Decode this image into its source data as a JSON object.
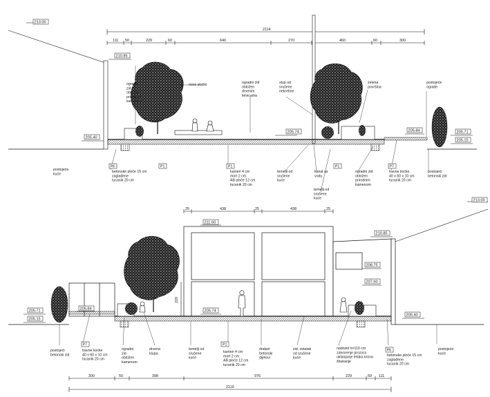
{
  "section_top": {
    "elevations": {
      "apex": "213.00",
      "left_wall_top": "210.85",
      "left_ground": "205.40",
      "center": "205.74",
      "right_step": "205.84",
      "right_a": "205.71",
      "right_b": "205.15"
    },
    "overall_dimension": "2114",
    "segment_dimensions": [
      "111",
      "50",
      "229",
      "60",
      "640",
      "270",
      "460",
      "60",
      "300"
    ],
    "labels": {
      "wall_cladding_stone": "ogradni\nzid\nobložen\nprirodnim\nkamenom",
      "new_tree": "novo stablo",
      "wall_wood_slats": "ogradni zid\nobložen\ndrvenim\nletvicama",
      "column_rebuilt": "stup od\nsrušene\nnekretine",
      "green_area": "zelena\npovršina",
      "existing_fence": "postojeće\nograde",
      "existing_house_left": "postojeće\nkuće",
      "paving_p6": "betonske ploče 15 cm\nzaglađene\ntucanik 20 cm",
      "paving_p1": "kamen 4 cm\nmort 2 cm\nAB ploče 12 cm\ntucanik 20 cm",
      "foundations_left": "temelji od\nsrušene\nkuće",
      "water_channel": "kanal za\nvodu",
      "foundations_right": "temelji od\nsrušene\nkuće",
      "wall_stone_right": "ogradni zid\nobložen\nprirodnim\nkamenom",
      "paving_p7": "travne kocke\n40 x 60 x 10 cm\ntucanik 20 cm",
      "existing_concrete_wall": "postojeći\nbetonski zid"
    },
    "tags": [
      "P6",
      "P1",
      "P1",
      "P1",
      "P7"
    ]
  },
  "section_bottom": {
    "elevations": {
      "apex": "213.00",
      "building_top": "211.60",
      "right_wall_top": "210.85",
      "right_a": "208.75",
      "right_b": "207.60",
      "left_a": "205.71",
      "left_b": "205.15",
      "left_step": "205.84",
      "center": "205.74",
      "right_ground": "205.40"
    },
    "height_dimension": "220",
    "top_dimensions": [
      "25",
      "438",
      "25",
      "438",
      "25"
    ],
    "overall_dimension": "2119",
    "segment_dimensions": [
      "300",
      "50",
      "398",
      "976",
      "229",
      "50",
      "111"
    ],
    "labels": {
      "existing_concrete_wall": "postojeći\nbetonski zid",
      "paving_p7": "travne kocke\n40 x 60 x 10 cm\ntucanik 20 cm",
      "wall_stone": "ogradni\nzid\nobložen\nkamenom",
      "wooden_bench": "drvena\nklupa",
      "foundations_left": "temelji od\nsrušene\nkuće",
      "paving_p1": "kamen 4 cm\nmort 2 cm\nAB ploče 12 cm\ntucanik 20 cm",
      "added_concrete": "dodani\nbetonski\ndijelovi",
      "wall_remains": "zid, ostatak\nod srušene\nkuće",
      "new_wall": "nadozid h=110 cm\nzatvorenje prozora\nuklanjanje letaka krova\nžbukanje",
      "paving_p6": "betonske ploče 15 cm\nzaglađene\ntucanik 20 cm",
      "existing_house_right": "postojeće\nkuće"
    },
    "tags": [
      "P7",
      "P1",
      "P6"
    ]
  }
}
